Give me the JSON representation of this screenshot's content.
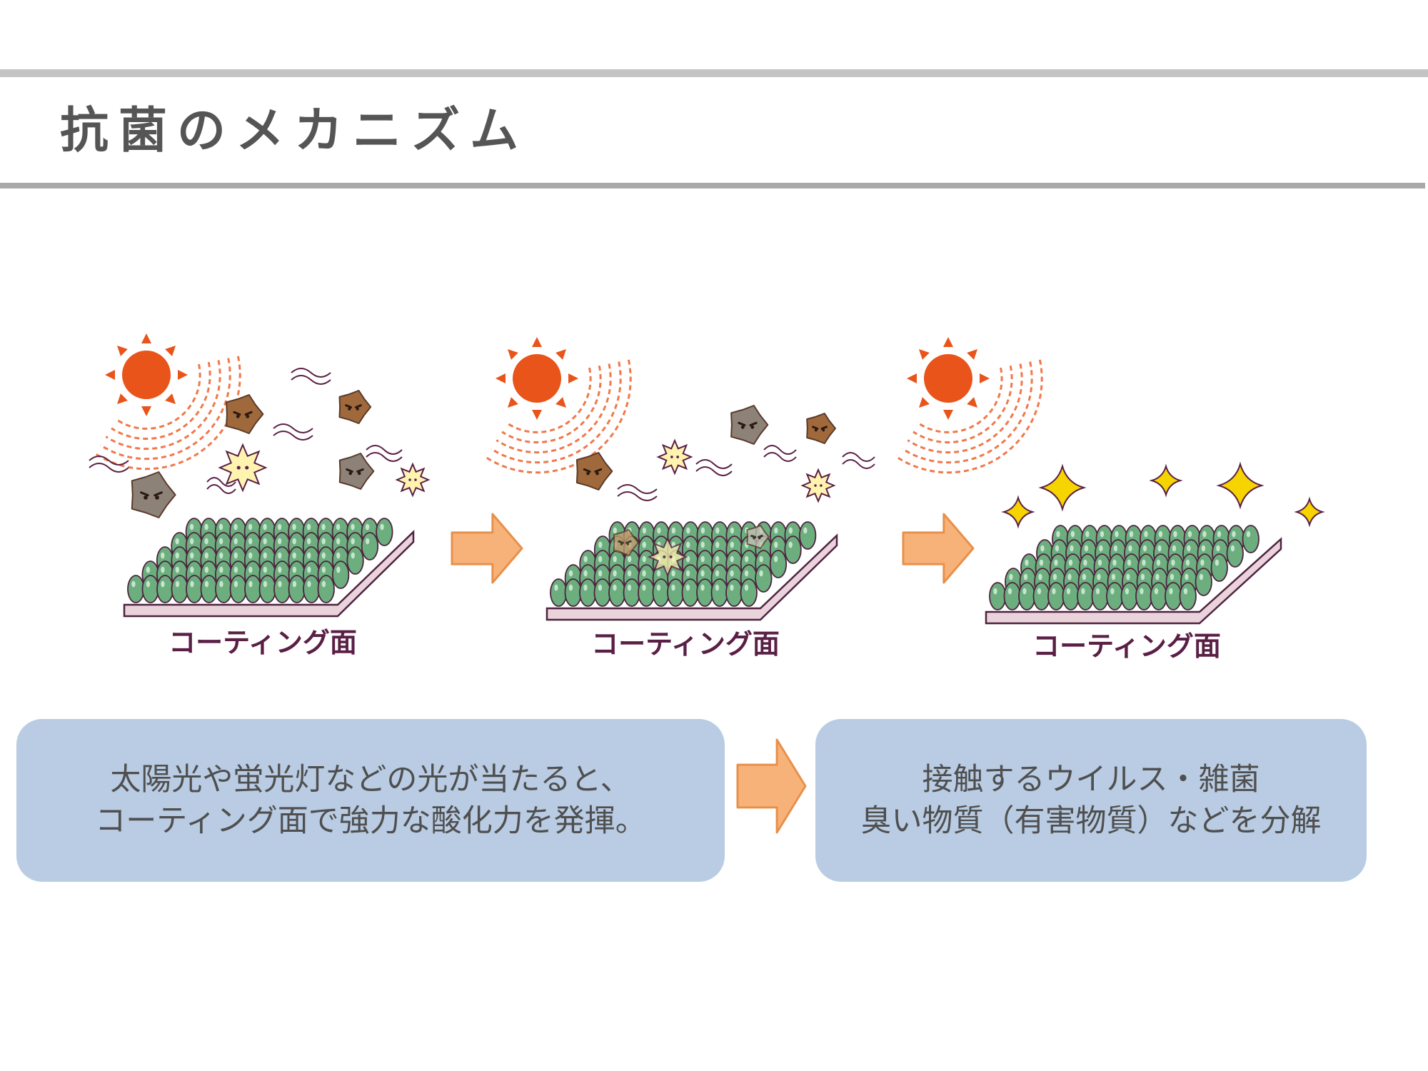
{
  "title": "抗菌のメカニズム",
  "panels": [
    {
      "label": "コーティング面",
      "state": "light-and-microbes"
    },
    {
      "label": "コーティング面",
      "state": "decomposing"
    },
    {
      "label": "コーティング面",
      "state": "clean-sparkle"
    }
  ],
  "boxes": {
    "left": {
      "line1": "太陽光や蛍光灯などの光が当たると、",
      "line2": "コーティング面で強力な酸化力を発揮。"
    },
    "right": {
      "line1": "接触するウイルス・雑菌",
      "line2": "臭い物質（有害物質）などを分解"
    }
  },
  "colors": {
    "sun": "#e8541a",
    "sun_rays": "#f0784a",
    "sphere": "#6cae7e",
    "sphere_outline": "#4d2340",
    "base": "#ead3da",
    "arrow_fill": "#f7b27a",
    "arrow_stroke": "#e8904a",
    "microbe": "#a0693c",
    "microbe_gray": "#8d8278",
    "sparkle": "#f5d400",
    "box_fill": "#b9cce3",
    "text": "#4f4f4f",
    "label": "#5a1f45"
  }
}
